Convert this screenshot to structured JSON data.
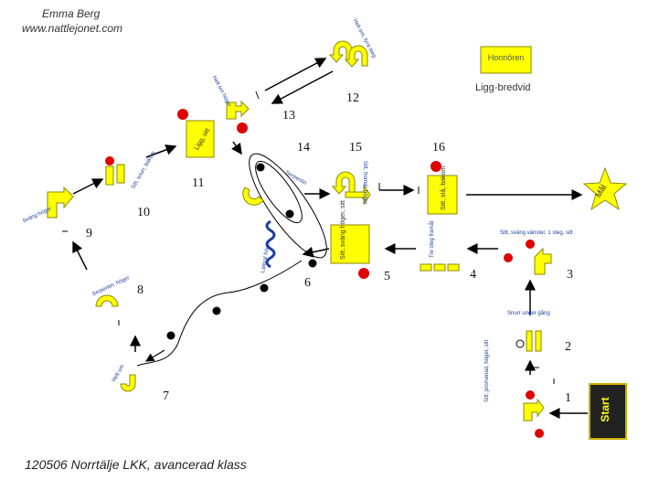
{
  "header": {
    "author": "Emma Berg",
    "website": "www.nattlejonet.com"
  },
  "caption": "120506 Norrtälje LKK, avancerad klass",
  "legend": {
    "sign_label": "Honnören",
    "note": "Ligg-bredvid"
  },
  "station_numbers": [
    "1",
    "2",
    "3",
    "4",
    "5",
    "6",
    "7",
    "8",
    "9",
    "10",
    "11",
    "12",
    "13",
    "14",
    "15",
    "16"
  ],
  "signs": {
    "start": "Start",
    "finish": "Mål",
    "s1": "Sitt, promenad, höger, sitt",
    "s2": "Snurr under gång",
    "s3": "Sitt, sväng vänster, 1 steg, sitt",
    "s4": "Tre steg framåt",
    "s5": "Sitt, sväng höger, sitt",
    "s6": "Lateral höger",
    "s7": "Helt om",
    "s8": "Serpentin, höger",
    "s9": "Sväng höger",
    "s10": "Sitt, snurr, bakom",
    "s11": "Ligg, sitt",
    "s12": "Helt om, fyra steg",
    "s13": "Helt om höger",
    "s14": "Serpentin",
    "s15": "Sitt, frontal, höger",
    "s16": "Sitt, stå, bakom"
  },
  "colors": {
    "sign_yellow": "#ffff00",
    "sign_outline": "#8a8a00",
    "stop_red": "#e00000",
    "text_blue": "#1b3fa0"
  }
}
